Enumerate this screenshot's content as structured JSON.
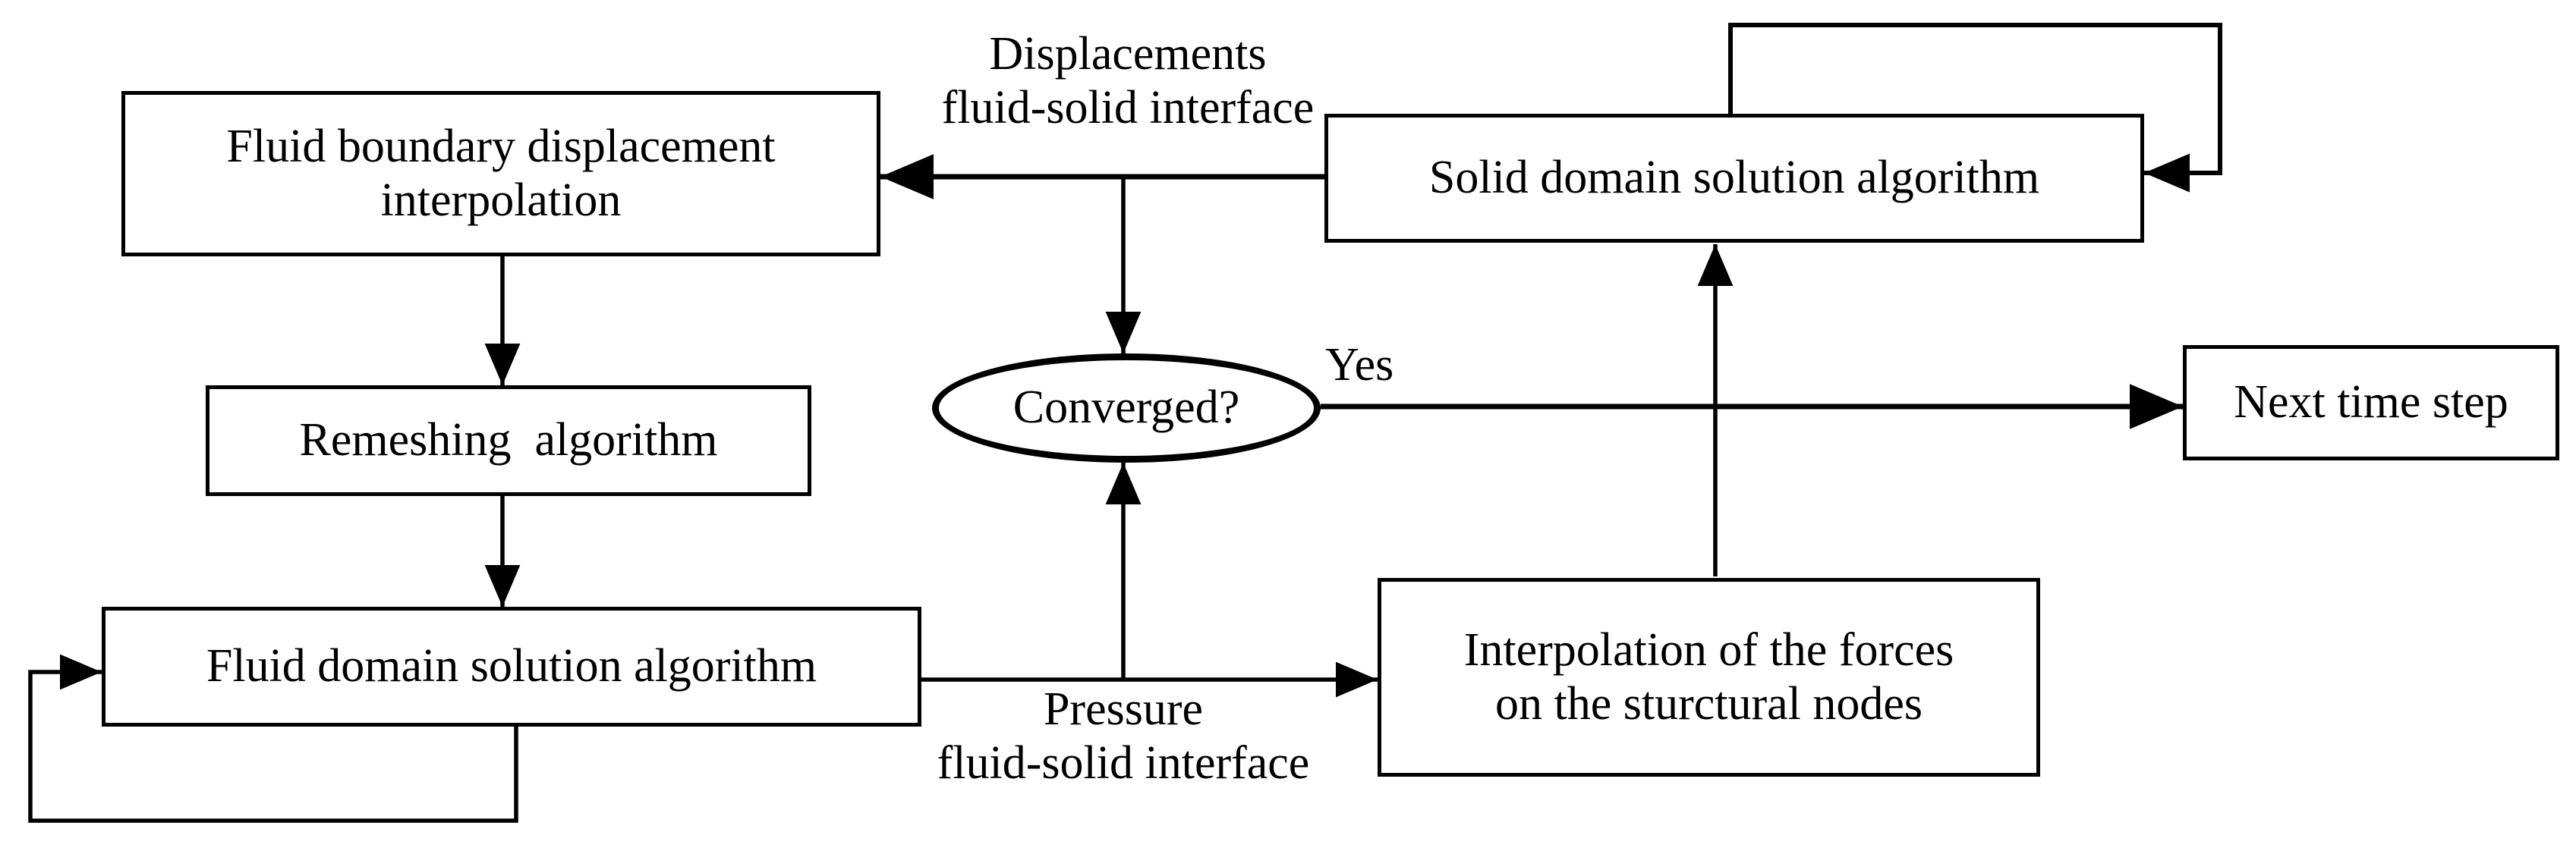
{
  "colors": {
    "ink": "#000000",
    "background": "#ffffff"
  },
  "nodes": {
    "fluid_boundary": {
      "label": "Fluid boundary displacement\ninterpolation"
    },
    "remeshing": {
      "label": "Remeshing  algorithm"
    },
    "fluid_domain": {
      "label": "Fluid domain solution algorithm"
    },
    "solid_domain": {
      "label": "Solid domain solution algorithm"
    },
    "converged": {
      "label": "Converged?"
    },
    "next_time_step": {
      "label": "Next time step"
    },
    "interpolation_forces": {
      "label": "Interpolation of the forces\non the sturctural nodes"
    }
  },
  "edge_labels": {
    "displacements": "Displacements\nfluid-solid interface",
    "pressure": "Pressure\nfluid-solid interface",
    "yes": "Yes"
  }
}
